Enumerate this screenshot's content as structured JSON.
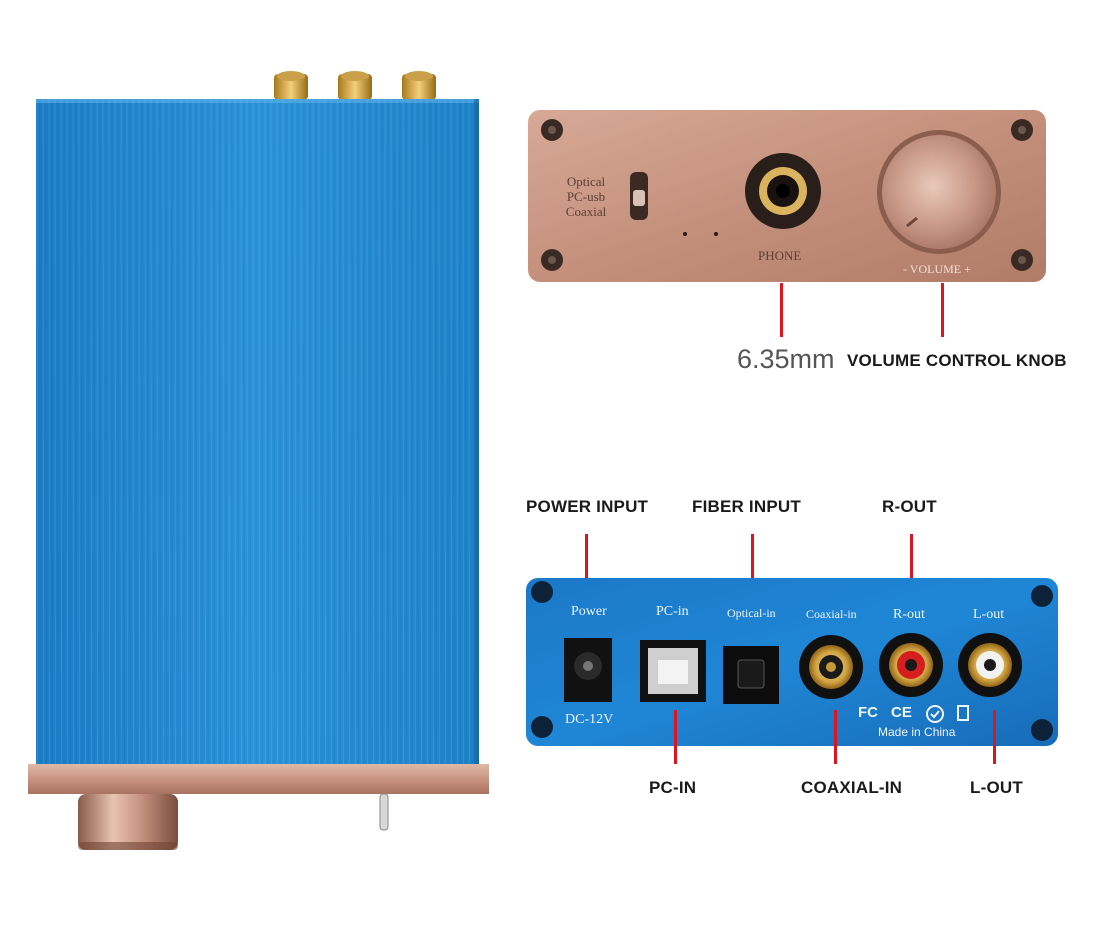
{
  "front_panel": {
    "selector_labels": [
      "Optical",
      "PC-usb",
      "Coaxial"
    ],
    "phone_label": "PHONE",
    "volume_label": "- VOLUME +"
  },
  "front_callouts": {
    "jack_size": "6.35mm",
    "volume_knob": "VOLUME CONTROL KNOB"
  },
  "rear_panel": {
    "power": "Power",
    "pc_in": "PC-in",
    "optical_in": "Optical-in",
    "coaxial_in": "Coaxial-in",
    "r_out": "R-out",
    "l_out": "L-out",
    "dc": "DC-12V",
    "made_in": "Made in China",
    "cert_marks": [
      "FC",
      "CE"
    ]
  },
  "rear_callouts": {
    "power_input": "POWER INPUT",
    "fiber_input": "FIBER INPUT",
    "r_out": "R-OUT",
    "pc_in": "PC-IN",
    "coaxial_in": "COAXIAL-IN",
    "l_out": "L-OUT"
  },
  "colors": {
    "body_blue": "#1f86cf",
    "bronze": "#c99480",
    "callout_red": "#e0141e"
  }
}
